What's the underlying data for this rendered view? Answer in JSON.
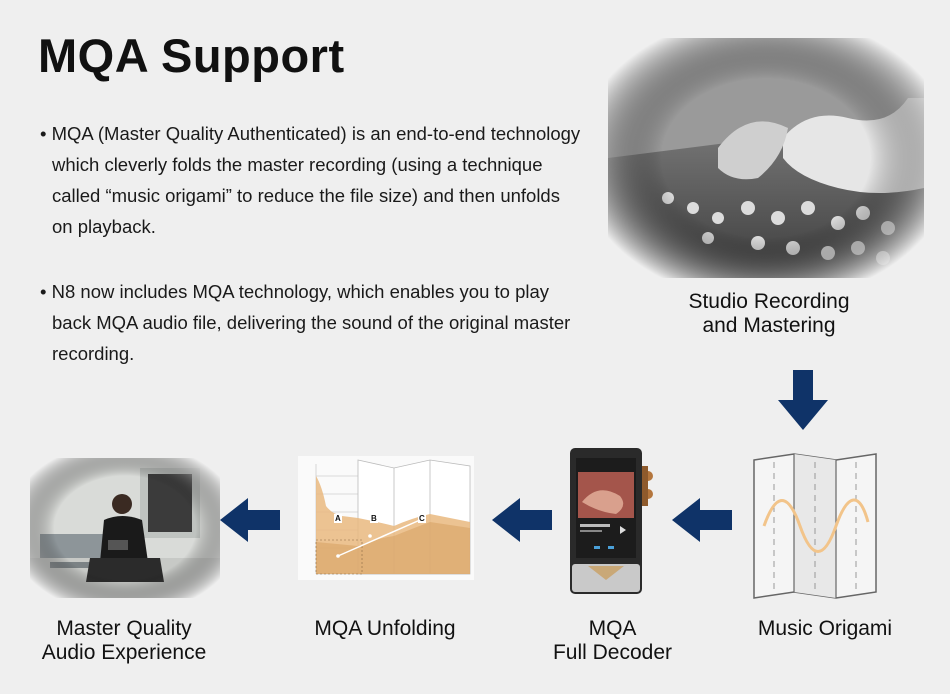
{
  "title": "MQA Support",
  "bullets": [
    "• MQA (Master Quality Authenticated) is an end-to-end technology which cleverly folds the master recording (using a technique called “music origami” to reduce the file size) and then unfolds on playback.",
    "• N8 now includes MQA technology, which enables you to play back MQA audio file, delivering the sound of the original master recording."
  ],
  "stages": {
    "studio": {
      "line1": "Studio Recording",
      "line2": "and Mastering"
    },
    "origami": {
      "line1": "Music Origami"
    },
    "decoder": {
      "line1": "MQA",
      "line2": "Full Decoder"
    },
    "unfolding": {
      "line1": "MQA Unfolding"
    },
    "experience": {
      "line1": "Master Quality",
      "line2": "Audio Experience"
    }
  },
  "chart_labels": {
    "a": "A",
    "b": "B",
    "c": "C"
  },
  "colors": {
    "arrow": "#0f3368",
    "origami_wave": "#f2c48a",
    "chart_fill": "#e9b87f",
    "background": "#efefef"
  }
}
